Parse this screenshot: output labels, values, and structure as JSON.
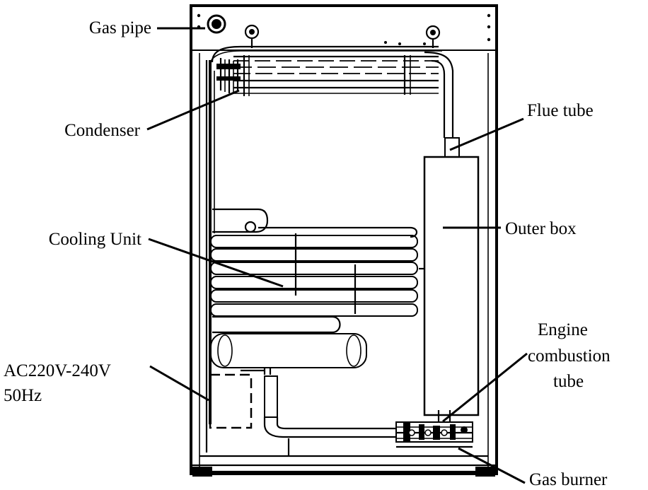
{
  "labels": {
    "gas_pipe": "Gas pipe",
    "condenser": "Condenser",
    "cooling_unit": "Cooling Unit",
    "ac_line1": "AC220V-240V",
    "ac_line2": "50Hz",
    "flue_tube": "Flue tube",
    "outer_box": "Outer box",
    "engine_line1": "Engine",
    "engine_line2": "combustion",
    "engine_line3": "tube",
    "gas_burner": "Gas burner"
  }
}
